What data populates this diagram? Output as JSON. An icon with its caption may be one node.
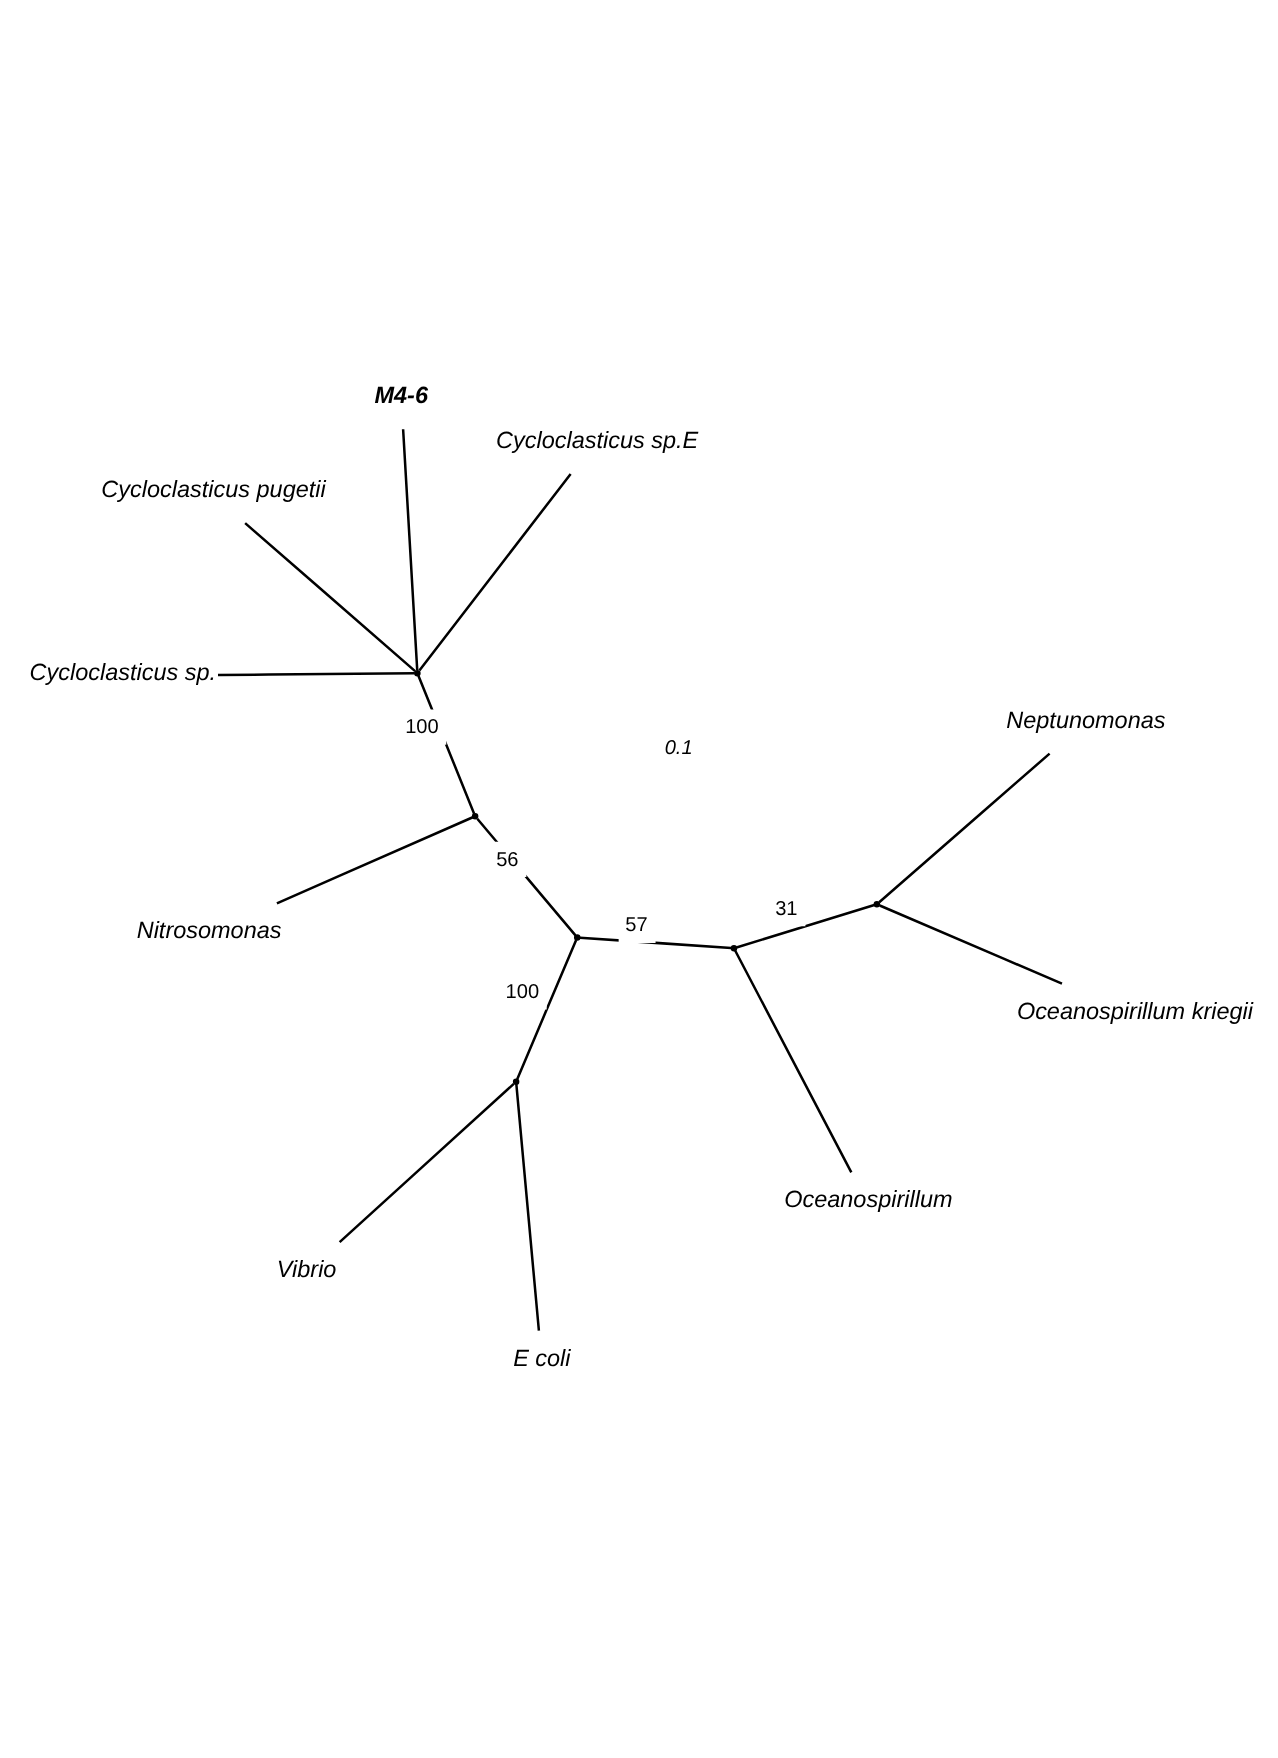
{
  "diagram": {
    "nodes": [
      {
        "text": [
          "Nitrosomonas"
        ]
      },
      {
        "text": [
          "Cycloclasticus sp.E"
        ]
      },
      {
        "text": [
          "Cycloclasticus sp."
        ]
      },
      {
        "text": [
          "Cycloclasticus pugetii"
        ]
      },
      {
        "text": [
          "M4-6"
        ]
      },
      {
        "text": [
          "Neptunomonas"
        ]
      },
      {
        "text": [
          "Vibrio"
        ]
      },
      {
        "text": [
          "Oceanospirillum kriegii"
        ]
      },
      {
        "text": [
          "E coli"
        ]
      },
      {
        "text": [
          "Oceanospirillum"
        ]
      },
      {
        "text": [],
        "shape": "point"
      },
      {
        "text": [],
        "shape": "point"
      },
      {
        "text": [],
        "shape": "point"
      },
      {
        "text": [],
        "shape": "point"
      },
      {
        "text": [],
        "shape": "point"
      },
      {
        "text": [],
        "shape": "point"
      }
    ],
    "edges": [
      {
        "from": 10,
        "to": 0,
        "arrow": "none"
      },
      {
        "from": 10,
        "to": 11,
        "arrow": "none",
        "label": "100"
      },
      {
        "from": 11,
        "to": 1,
        "arrow": "none"
      },
      {
        "from": 11,
        "to": 2,
        "arrow": "none"
      },
      {
        "from": 11,
        "to": 3,
        "arrow": "none"
      },
      {
        "from": 11,
        "to": 4,
        "arrow": "none"
      },
      {
        "from": 12,
        "to": 10,
        "arrow": "none",
        "label": "56"
      },
      {
        "from": 12,
        "to": 13,
        "arrow": "none",
        "label": "100"
      },
      {
        "from": 13,
        "to": 6,
        "arrow": "none"
      },
      {
        "from": 13,
        "to": 8,
        "arrow": "none"
      },
      {
        "from": 12,
        "to": 14,
        "arrow": "none",
        "label": "57"
      },
      {
        "from": 14,
        "to": 9,
        "arrow": "none"
      },
      {
        "from": 14,
        "to": 15,
        "arrow": "none",
        "label": "31"
      },
      {
        "from": 15,
        "to": 5,
        "arrow": "none"
      },
      {
        "from": 15,
        "to": 7,
        "arrow": "none"
      }
    ],
    "labels": [
      "0.1"
    ]
  }
}
